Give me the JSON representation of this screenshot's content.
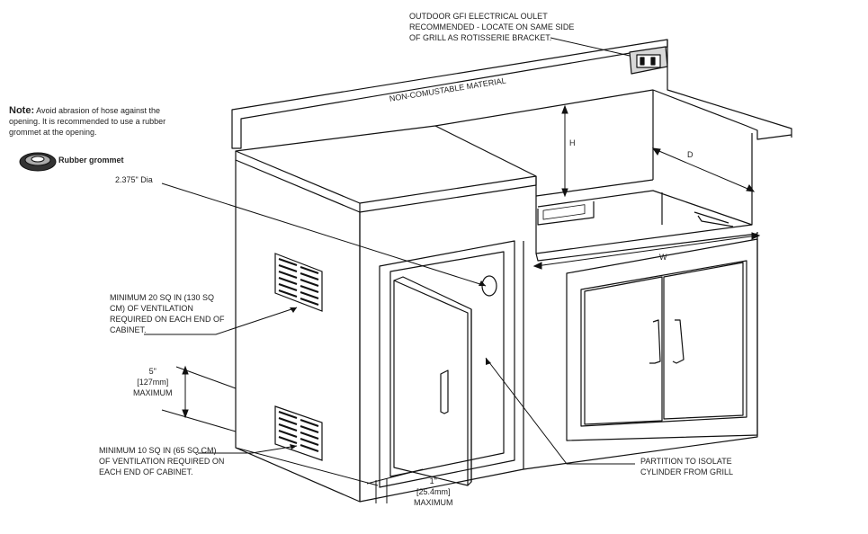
{
  "note": {
    "heading": "Note:",
    "text": "Avoid abrasion of hose against the opening. It is recommended to use a rubber grommet at the opening."
  },
  "grommet_label": "Rubber grommet",
  "outlet_note": "OUTDOOR GFI ELECTRICAL OULET\nRECOMMENDED - LOCATE ON SAME SIDE\nOF GRILL AS ROTISSERIE BRACKET.",
  "top_material": "NON-COMUSTABLE MATERIAL",
  "dia_label": "2.375\" Dia",
  "dim_h": "H",
  "dim_d": "D",
  "dim_w": "W",
  "vent_upper": "MINIMUM 20 SQ IN (130 SQ\nCM) OF VENTILATION\nREQUIRED ON EACH END OF\nCABINET.",
  "vent_lower": "MINIMUM 10 SQ IN (65 SQ CM)\nOF VENTILATION REQUIRED ON\nEACH END OF CABINET.",
  "max5": "5\"\n[127mm]\nMAXIMUM",
  "max1": "1\"\n[25.4mm]\nMAXIMUM",
  "partition": "PARTITION TO ISOLATE\nCYLINDER FROM GRILL"
}
